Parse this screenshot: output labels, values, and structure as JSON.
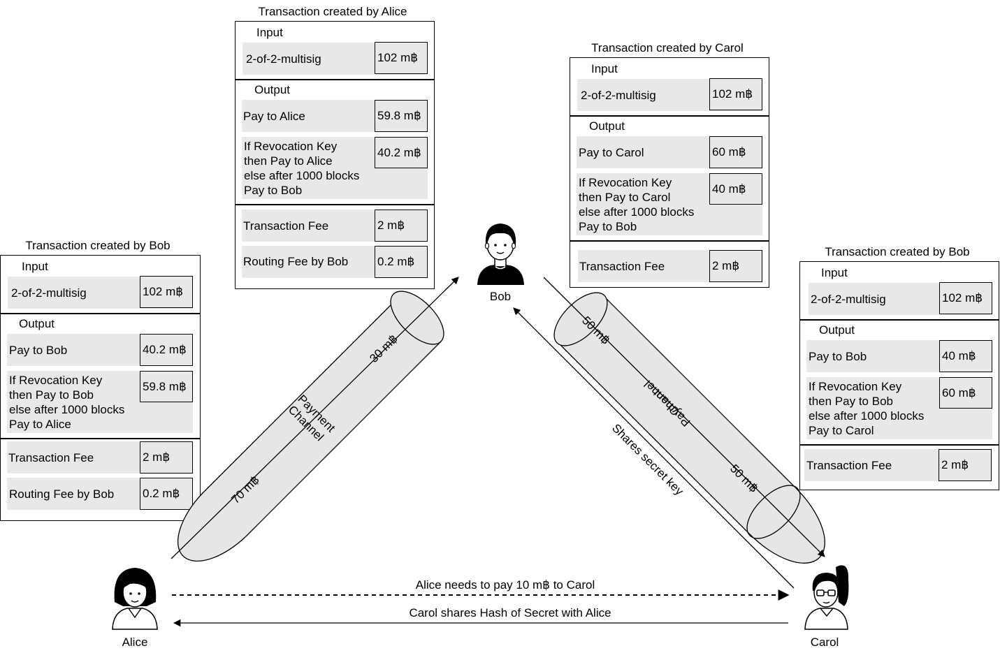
{
  "transactions": {
    "alice_tx": {
      "title": "Transaction created by Alice",
      "input_header": "Input",
      "input_label": "2-of-2-multisig",
      "input_amount": "102 m฿",
      "output_header": "Output",
      "out1_label": "Pay to Alice",
      "out1_amount": "59.8 m฿",
      "out2_label": "If Revocation Key\nthen Pay to Alice\nelse after 1000 blocks\nPay to Bob",
      "out2_amount": "40.2 m฿",
      "fee_label": "Transaction Fee",
      "fee_amount": "2 m฿",
      "routing_label": "Routing Fee by Bob",
      "routing_amount": "0.2 m฿"
    },
    "carol_tx": {
      "title": "Transaction created by Carol",
      "input_header": "Input",
      "input_label": "2-of-2-multisig",
      "input_amount": "102 m฿",
      "output_header": "Output",
      "out1_label": "Pay to Carol",
      "out1_amount": "60 m฿",
      "out2_label": "If Revocation Key\nthen Pay to Carol\nelse after 1000 blocks\nPay to Bob",
      "out2_amount": "40 m฿",
      "fee_label": "Transaction Fee",
      "fee_amount": "2 m฿"
    },
    "bob_left_tx": {
      "title": "Transaction created by Bob",
      "input_header": "Input",
      "input_label": "2-of-2-multisig",
      "input_amount": "102 m฿",
      "output_header": "Output",
      "out1_label": "Pay to Bob",
      "out1_amount": "40.2 m฿",
      "out2_label": "If Revocation Key\nthen Pay to Bob\nelse after 1000 blocks\nPay to Alice",
      "out2_amount": "59.8 m฿",
      "fee_label": "Transaction Fee",
      "fee_amount": "2 m฿",
      "routing_label": "Routing Fee by Bob",
      "routing_amount": "0.2 m฿"
    },
    "bob_right_tx": {
      "title": "Transaction created by Bob",
      "input_header": "Input",
      "input_label": "2-of-2-multisig",
      "input_amount": "102 m฿",
      "output_header": "Output",
      "out1_label": "Pay to Bob",
      "out1_amount": "40 m฿",
      "out2_label": "If Revocation Key\nthen Pay to Bob\nelse after 1000 blocks\nPay to Carol",
      "out2_amount": "60 m฿",
      "fee_label": "Transaction Fee",
      "fee_amount": "2 m฿"
    }
  },
  "people": {
    "alice": "Alice",
    "bob": "Bob",
    "carol": "Carol"
  },
  "channels": {
    "left_channel_label": "Payment\nChannel",
    "left_top_amount": "30 m฿",
    "left_bottom_amount": "70 m฿",
    "right_channel_label": "Payment\nChannel",
    "right_top_amount": "50 m฿",
    "right_bottom_amount": "50 m฿"
  },
  "arrows": {
    "alice_needs": "Alice needs to pay 10 m฿ to Carol",
    "carol_shares_hash": "Carol shares Hash of Secret with Alice",
    "shares_secret_key": "Shares secret key"
  }
}
